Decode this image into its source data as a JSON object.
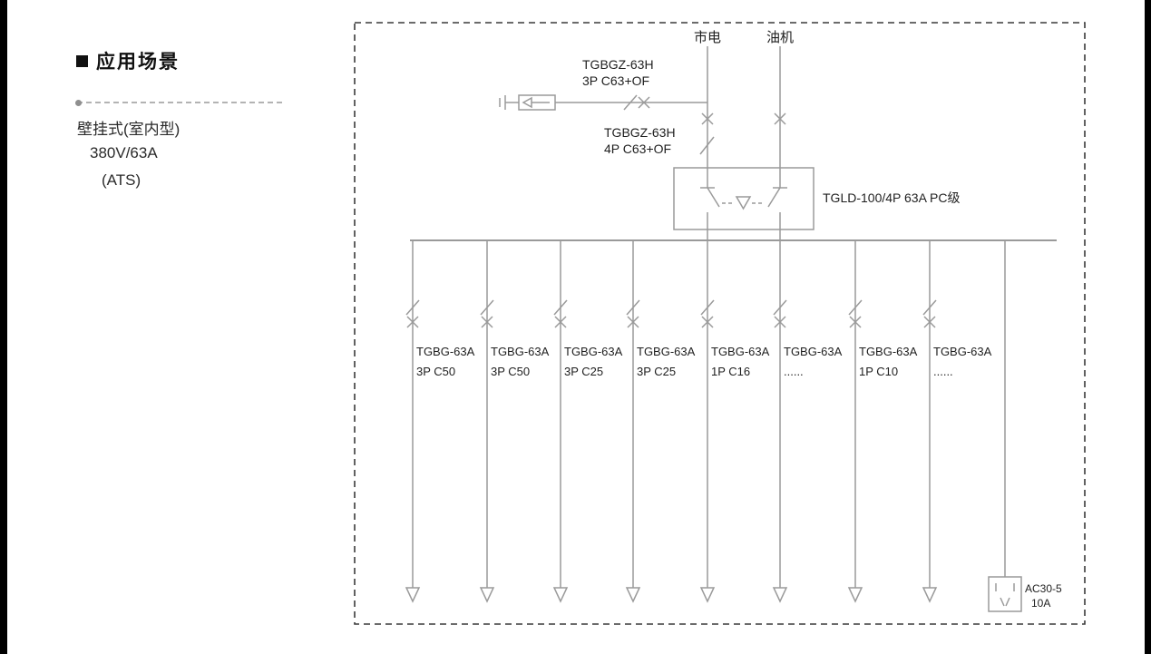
{
  "sidebar": {
    "title": "应用场景",
    "lines": [
      "壁挂式(室内型)",
      "380V/63A",
      "(ATS)"
    ]
  },
  "diagram": {
    "source_mains": "市电",
    "source_generator": "油机",
    "spd_breaker": {
      "line1": "TGBGZ-63H",
      "line2": "3P C63+OF"
    },
    "main_breaker": {
      "line1": "TGBGZ-63H",
      "line2": "4P C63+OF"
    },
    "ats_label": "TGLD-100/4P 63A PC级",
    "feeders": [
      {
        "model": "TGBG-63A",
        "spec": "3P C50"
      },
      {
        "model": "TGBG-63A",
        "spec": "3P C50"
      },
      {
        "model": "TGBG-63A",
        "spec": "3P C25"
      },
      {
        "model": "TGBG-63A",
        "spec": "3P C25"
      },
      {
        "model": "TGBG-63A",
        "spec": "1P C16"
      },
      {
        "model": "TGBG-63A",
        "spec": "......"
      },
      {
        "model": "TGBG-63A",
        "spec": "1P C10"
      },
      {
        "model": "TGBG-63A",
        "spec": "......"
      }
    ],
    "socket": {
      "line1": "AC30-5",
      "line2": "10A"
    }
  },
  "colors": {
    "diagram_line": "#9a9a9a",
    "text": "#1f1f1f",
    "frame": "#3a3a3a"
  }
}
